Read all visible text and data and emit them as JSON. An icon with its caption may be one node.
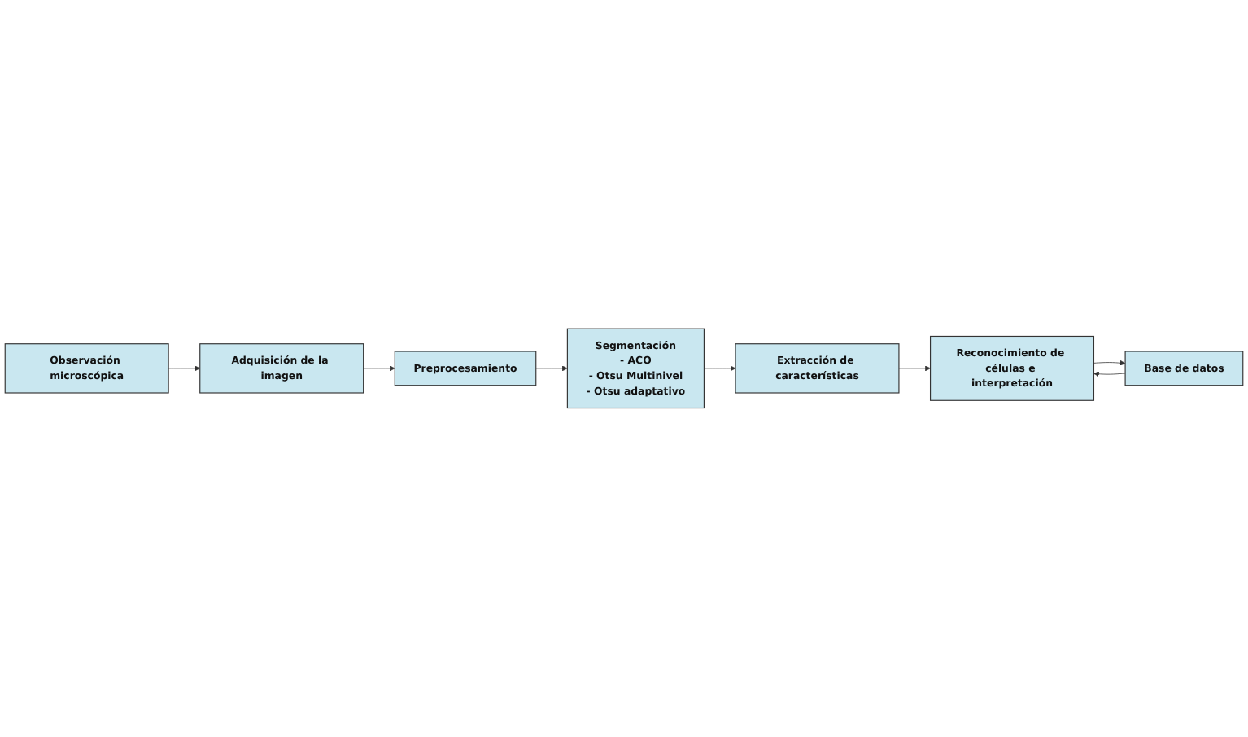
{
  "diagram": {
    "nodes": [
      {
        "text": [
          "Preprocesamiento"
        ]
      },
      {
        "text": [
          "Segmentación",
          "- ACO",
          "- Otsu Multinivel",
          "- Otsu adaptativo"
        ]
      },
      {
        "text": [
          "Extracción de características"
        ]
      },
      {
        "text": [
          "Adquisición de la imagen"
        ]
      },
      {
        "text": [
          "Base de datos"
        ]
      },
      {
        "text": [
          "Reconocimiento de células e interpretación"
        ]
      },
      {
        "text": [
          "Observación microscópica"
        ]
      }
    ],
    "edges": [
      {
        "from": 6,
        "to": 3,
        "arrow": "to"
      },
      {
        "from": 3,
        "to": 0,
        "arrow": "to"
      },
      {
        "from": 0,
        "to": 1,
        "arrow": "to"
      },
      {
        "from": 1,
        "to": 2,
        "arrow": "to"
      },
      {
        "from": 2,
        "to": 5,
        "arrow": "to"
      },
      {
        "from": 4,
        "to": 5,
        "arrow": "to"
      },
      {
        "from": 5,
        "to": 4,
        "arrow": "to"
      }
    ]
  }
}
